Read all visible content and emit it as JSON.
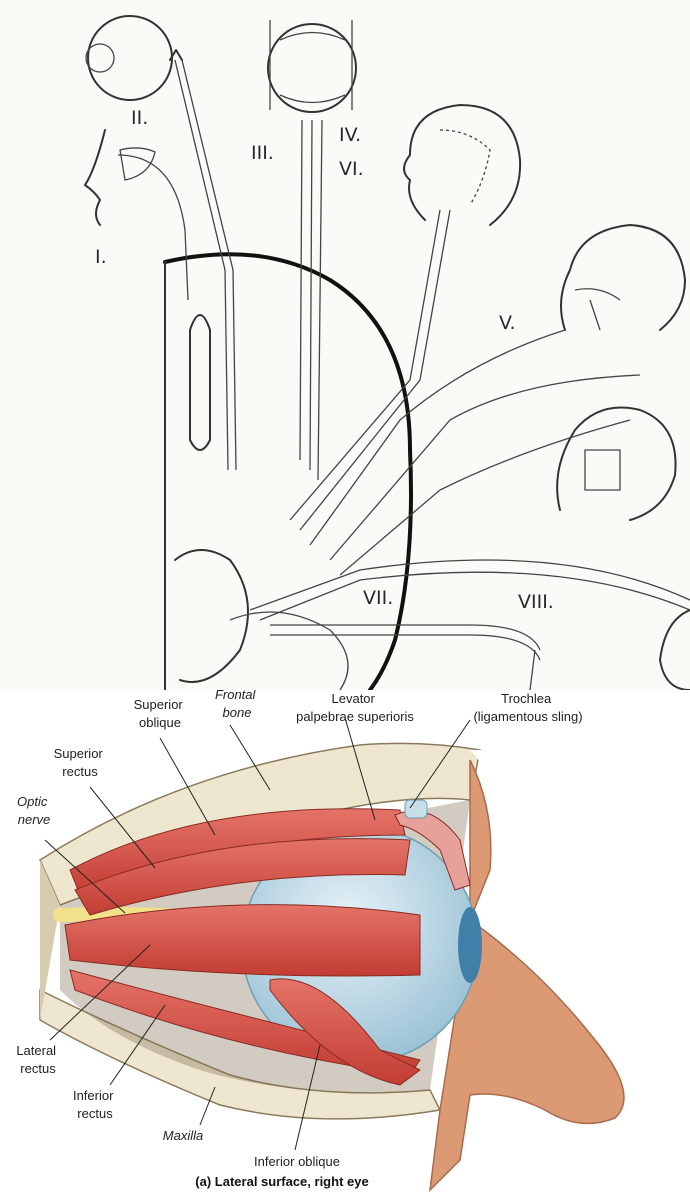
{
  "cranial_nerve_panel": {
    "numerals": {
      "I": "I.",
      "II": "II.",
      "III": "III.",
      "IV": "IV.",
      "VI": "VI.",
      "V": "V.",
      "VII": "VII.",
      "VIII": "VIII."
    }
  },
  "eye_muscle_panel": {
    "labels": {
      "superior_oblique": [
        "Superior",
        "oblique"
      ],
      "frontal_bone": [
        "Frontal",
        "bone"
      ],
      "levator": [
        "Levator",
        "palpebrae superioris"
      ],
      "trochlea": [
        "Trochlea",
        "(ligamentous sling)"
      ],
      "superior_rectus": [
        "Superior",
        "rectus"
      ],
      "optic_nerve": [
        "Optic",
        "nerve"
      ],
      "lateral_rectus": [
        "Lateral",
        "rectus"
      ],
      "inferior_rectus": [
        "Inferior",
        "rectus"
      ],
      "maxilla": "Maxilla",
      "inferior_oblique": "Inferior oblique"
    },
    "caption": "(a) Lateral surface, right eye",
    "colors": {
      "muscle": "#d9534a",
      "eyeball": "#bcd9e6",
      "bone": "#efe6cf",
      "skin": "#dc9a74",
      "nerve": "#f3e08a"
    }
  }
}
